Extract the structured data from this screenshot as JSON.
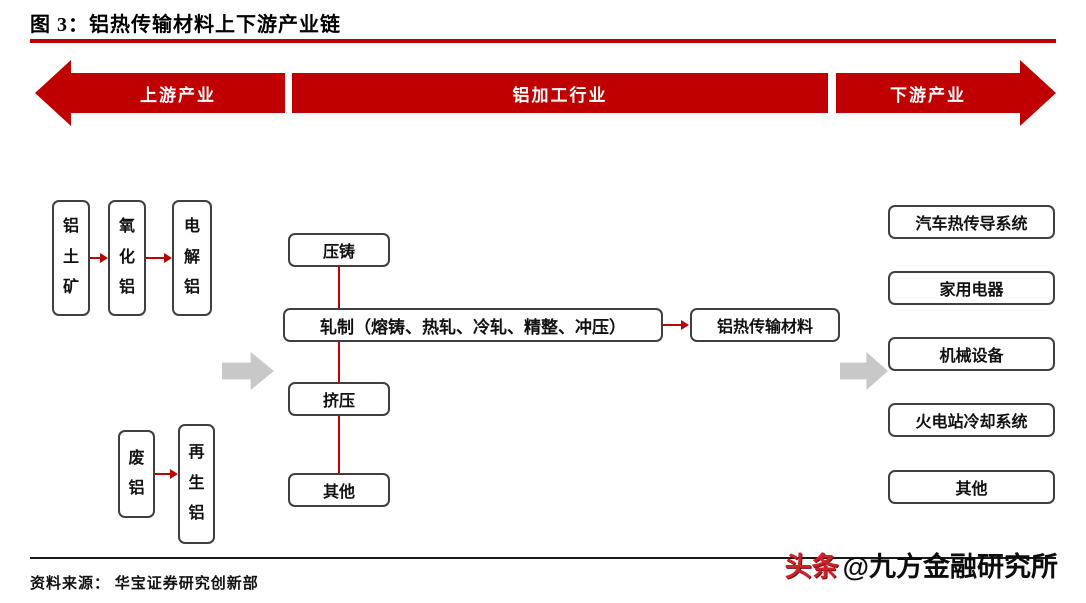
{
  "title": "图 3：铝热传输材料上下游产业链",
  "banner": {
    "upstream": "上游产业",
    "processing": "铝加工行业",
    "downstream": "下游产业"
  },
  "upstream_chain": [
    "铝土矿",
    "氧化铝",
    "电解铝"
  ],
  "recycle_chain": [
    "废铝",
    "再生铝"
  ],
  "processing": {
    "die_casting": "压铸",
    "rolling": "轧制（熔铸、热轧、冷轧、精整、冲压）",
    "extrusion": "挤压",
    "other": "其他",
    "product": "铝热传输材料"
  },
  "downstream_items": [
    "汽车热传导系统",
    "家用电器",
    "机械设备",
    "火电站冷却系统",
    "其他"
  ],
  "footer": {
    "source": "资料来源： 华宝证券研究创新部"
  },
  "watermark": {
    "logo": "头条",
    "account": "@九方金融研究所"
  },
  "colors": {
    "red": "#C00000",
    "gray_arrow": "#C8C8C8",
    "box_border": "#404040"
  }
}
